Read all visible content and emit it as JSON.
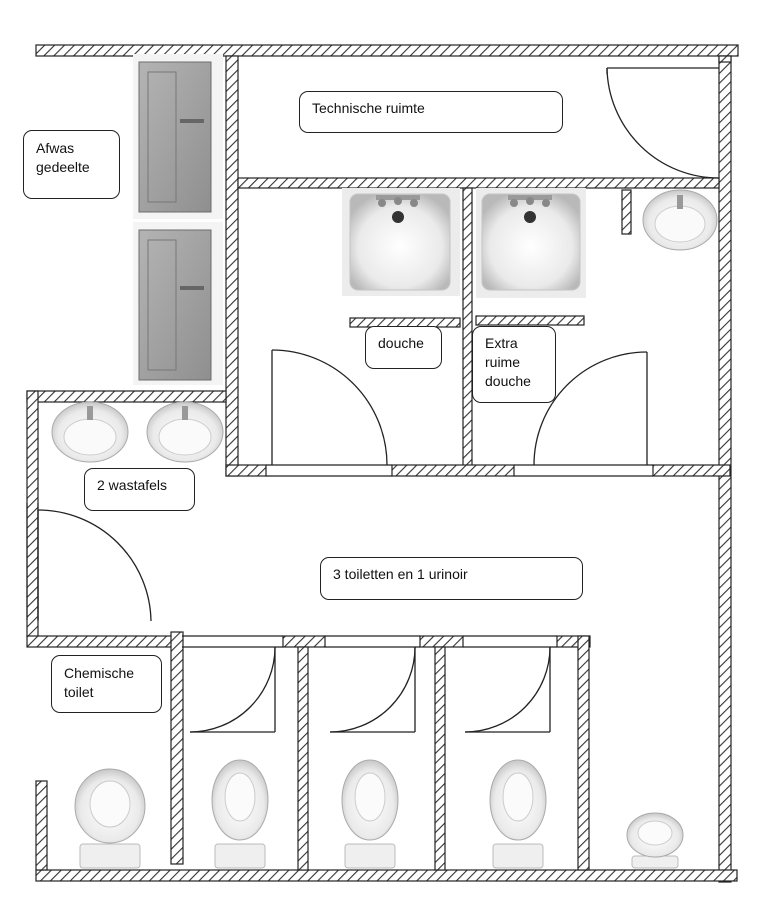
{
  "labels": {
    "technische_ruimte": "Technische ruimte",
    "afwas_gedeelte": "Afwas\ngedeelte",
    "douche": "douche",
    "extra_douche": "Extra\nruime\ndouche",
    "wastafels": "2 wastafels",
    "toiletten": "3 toiletten en 1 urinoir",
    "chemisch_toilet": "Chemische\ntoilet"
  },
  "fixtures": {
    "sinks": 3,
    "showers": 2,
    "toilets": 4,
    "urinals": 1,
    "dish_sinks": 2
  }
}
